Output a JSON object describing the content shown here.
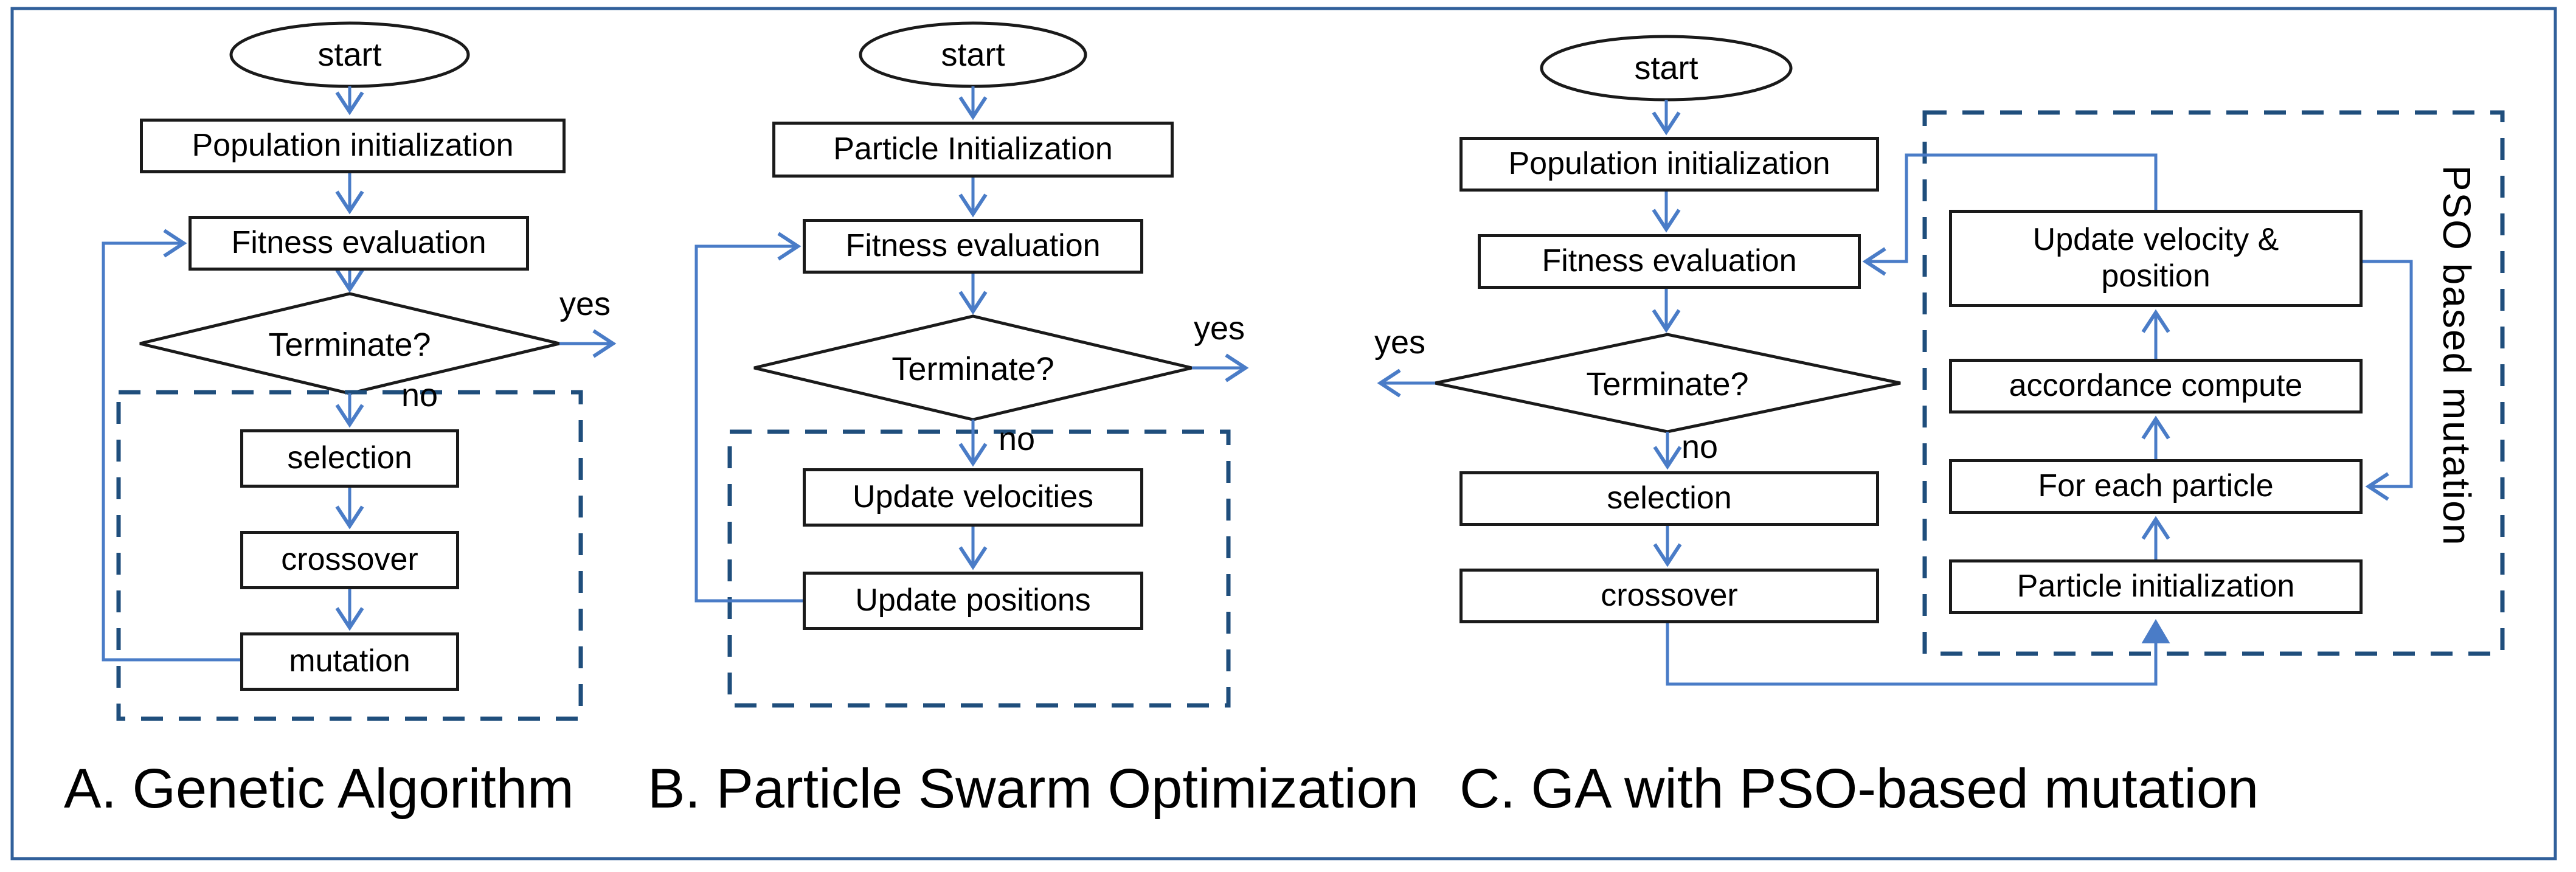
{
  "panels": [
    {
      "id": "A",
      "caption": "A. Genetic Algorithm",
      "start_label": "start",
      "nodes": {
        "population_init": "Population initialization",
        "fitness": "Fitness evaluation",
        "terminate": "Terminate?",
        "selection": "selection",
        "crossover": "crossover",
        "mutation": "mutation"
      },
      "branch_labels": {
        "yes": "yes",
        "no": "no"
      }
    },
    {
      "id": "B",
      "caption": "B. Particle Swarm Optimization",
      "start_label": "start",
      "nodes": {
        "particle_init": "Particle Initialization",
        "fitness": "Fitness evaluation",
        "terminate": "Terminate?",
        "update_velocities": "Update velocities",
        "update_positions": "Update positions"
      },
      "branch_labels": {
        "yes": "yes",
        "no": "no"
      }
    },
    {
      "id": "C",
      "caption": "C. GA with PSO-based mutation",
      "start_label": "start",
      "group_label": "PSO based mutation",
      "nodes": {
        "population_init": "Population initialization",
        "fitness": "Fitness evaluation",
        "terminate": "Terminate?",
        "selection": "selection",
        "crossover": "crossover",
        "update_velocity_position": "Update velocity & position",
        "accordance_compute": "accordance compute",
        "for_each_particle": "For each particle",
        "particle_init": "Particle initialization"
      },
      "branch_labels": {
        "yes": "yes",
        "no": "no"
      }
    }
  ],
  "colors": {
    "connector": "#4a7cc7",
    "dashed_border": "#1f4e7c",
    "node_border": "#1a1a1a",
    "outer_border": "#31609b",
    "text": "#000000",
    "background": "#ffffff"
  }
}
